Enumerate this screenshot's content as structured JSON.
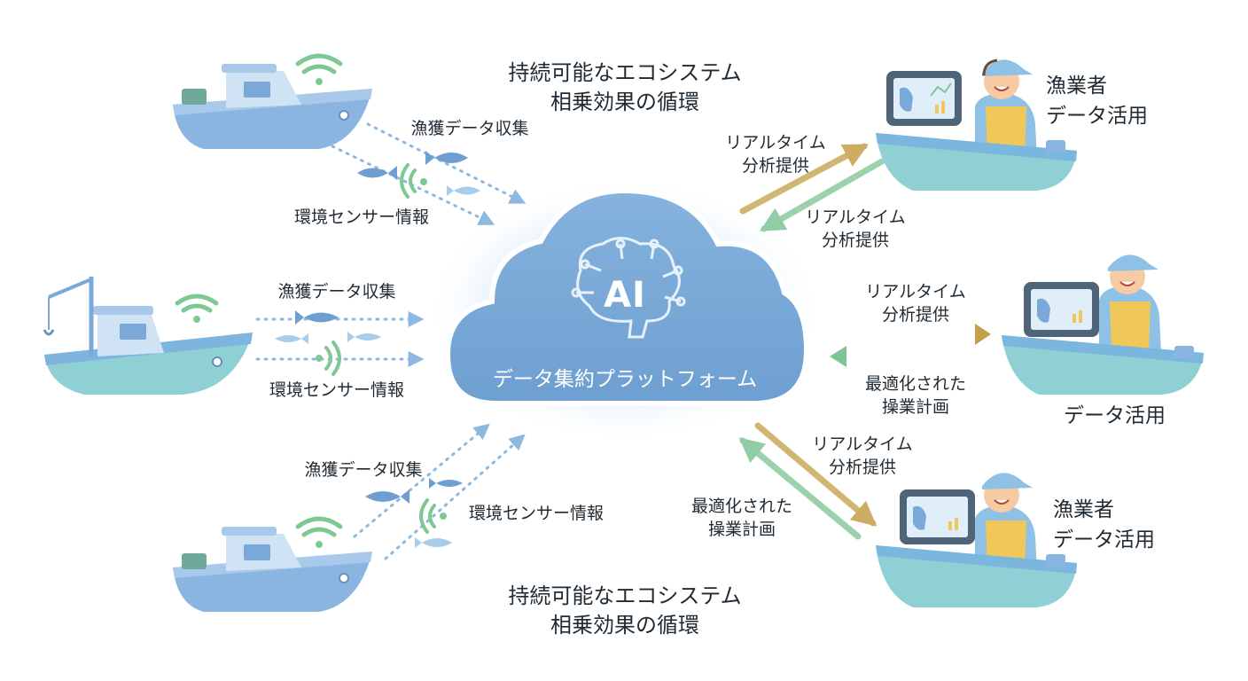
{
  "ecosystem_top": [
    "持続可能なエコシステム",
    "相乗効果の循環"
  ],
  "ecosystem_bottom": [
    "持続可能なエコシステム",
    "相乗効果の循環"
  ],
  "platform": {
    "ai_label": "AI",
    "title": "データ集約プラットフォーム"
  },
  "boats": {
    "top": {
      "catch_label": "漁獲データ収集",
      "sensor_label": "環境センサー情報"
    },
    "middle": {
      "catch_label": "漁獲データ収集",
      "sensor_label": "環境センサー情報"
    },
    "bottom": {
      "catch_label": "漁獲データ収集",
      "sensor_label": "環境センサー情報"
    }
  },
  "links": {
    "top_out": [
      "リアルタイム",
      "分析提供"
    ],
    "top_in": [
      "リアルタイム",
      "分析提供"
    ],
    "mid_out": [
      "リアルタイム",
      "分析提供"
    ],
    "mid_in": [
      "最適化された",
      "操業計画"
    ],
    "bot_out": [
      "リアルタイム",
      "分析提供"
    ],
    "bot_in": [
      "最適化された",
      "操業計画"
    ]
  },
  "fishers": {
    "top": [
      "漁業者",
      "データ活用"
    ],
    "middle": [
      "データ活用"
    ],
    "bottom": [
      "漁業者",
      "データ活用"
    ]
  },
  "colors": {
    "cloud": "#7ba9d6",
    "hull_blue": "#8ab5e0",
    "hull_teal": "#8fd0d4",
    "gold_arrow": "#c9a95a",
    "green_arrow": "#8dc9a0",
    "data_dots": "#8db8e0",
    "fish": "#6f9fd1"
  }
}
